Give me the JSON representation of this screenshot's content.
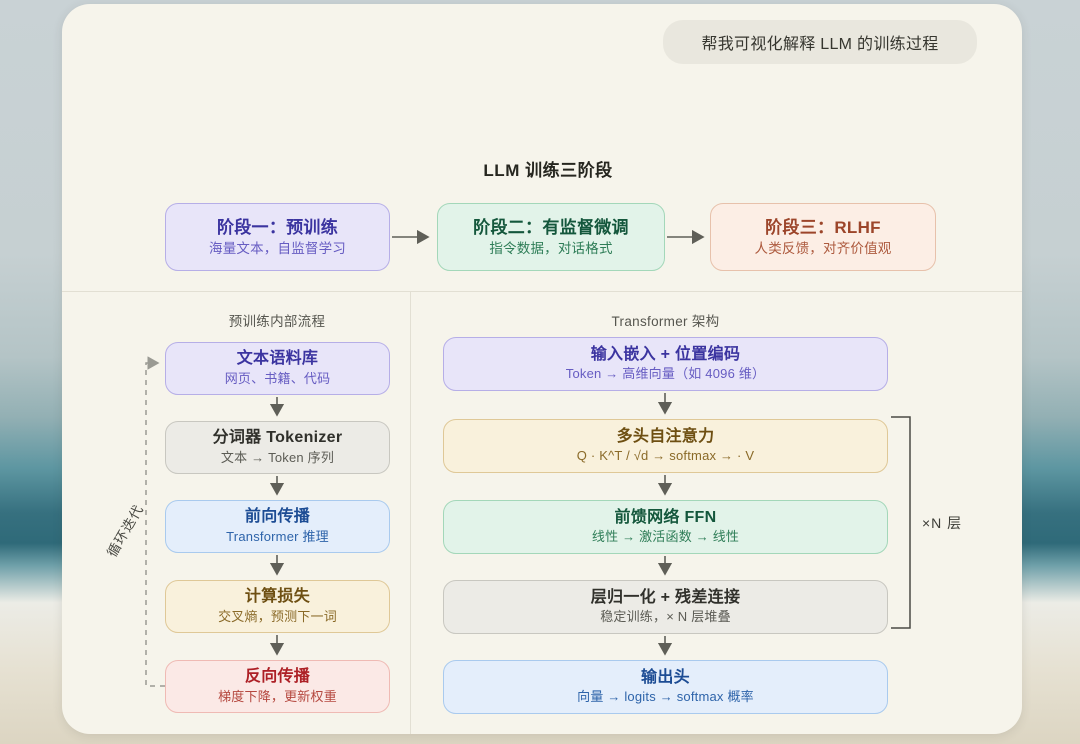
{
  "chat": {
    "user_message": "帮我可视化解释 LLM 的训练过程"
  },
  "diagram": {
    "title": "LLM 训练三阶段",
    "stages": [
      {
        "title": "阶段一：预训练",
        "subtitle": "海量文本，自监督学习",
        "variant": "purple"
      },
      {
        "title": "阶段二：有监督微调",
        "subtitle": "指令数据，对话格式",
        "variant": "green"
      },
      {
        "title": "阶段三：RLHF",
        "subtitle": "人类反馈，对齐价值观",
        "variant": "peach"
      }
    ],
    "left_column": {
      "header": "预训练内部流程",
      "loop_label": "循环迭代",
      "nodes": [
        {
          "title": "文本语料库",
          "subtitle": "网页、书籍、代码",
          "variant": "purple"
        },
        {
          "title": "分词器 Tokenizer",
          "subtitle": "文本 → Token 序列",
          "variant": "gray"
        },
        {
          "title": "前向传播",
          "subtitle": "Transformer 推理",
          "variant": "blue"
        },
        {
          "title": "计算损失",
          "subtitle": "交叉熵，预测下一词",
          "variant": "amber"
        },
        {
          "title": "反向传播",
          "subtitle": "梯度下降，更新权重",
          "variant": "red"
        }
      ]
    },
    "right_column": {
      "header": "Transformer 架构",
      "layers_label": "×N 层",
      "nodes": [
        {
          "title": "输入嵌入 + 位置编码",
          "subtitle": "Token → 高维向量（如 4096 维）",
          "variant": "purple"
        },
        {
          "title": "多头自注意力",
          "subtitle": "Q · K^T / √d → softmax → · V",
          "variant": "amber"
        },
        {
          "title": "前馈网络 FFN",
          "subtitle": "线性 → 激活函数 → 线性",
          "variant": "green"
        },
        {
          "title": "层归一化 + 残差连接",
          "subtitle": "稳定训练，× N 层堆叠",
          "variant": "gray"
        },
        {
          "title": "输出头",
          "subtitle": "向量 → logits → softmax 概率",
          "variant": "blue"
        }
      ]
    },
    "colors": {
      "canvas_background": "#f6f4eb",
      "bubble_background": "#e9e7de",
      "purple_fill": "#e8e5f9",
      "purple_border": "#b6aee7",
      "purple_text": "#3b34a0",
      "green_fill": "#e2f3e9",
      "green_border": "#a3d7b9",
      "green_text": "#14573c",
      "peach_fill": "#fceee5",
      "peach_border": "#e7c1ab",
      "peach_text": "#9c452a",
      "gray_fill": "#ecebe6",
      "gray_border": "#c8c7c0",
      "gray_text": "#30302b",
      "blue_fill": "#e4eefb",
      "blue_border": "#a9caee",
      "blue_text": "#1c4c94",
      "amber_fill": "#f9f1dc",
      "amber_border": "#dfc897",
      "amber_text": "#6e4f12",
      "red_fill": "#fbe9e6",
      "red_border": "#efbab4",
      "red_text": "#ad2026",
      "arrow": "#5f5f58"
    }
  }
}
